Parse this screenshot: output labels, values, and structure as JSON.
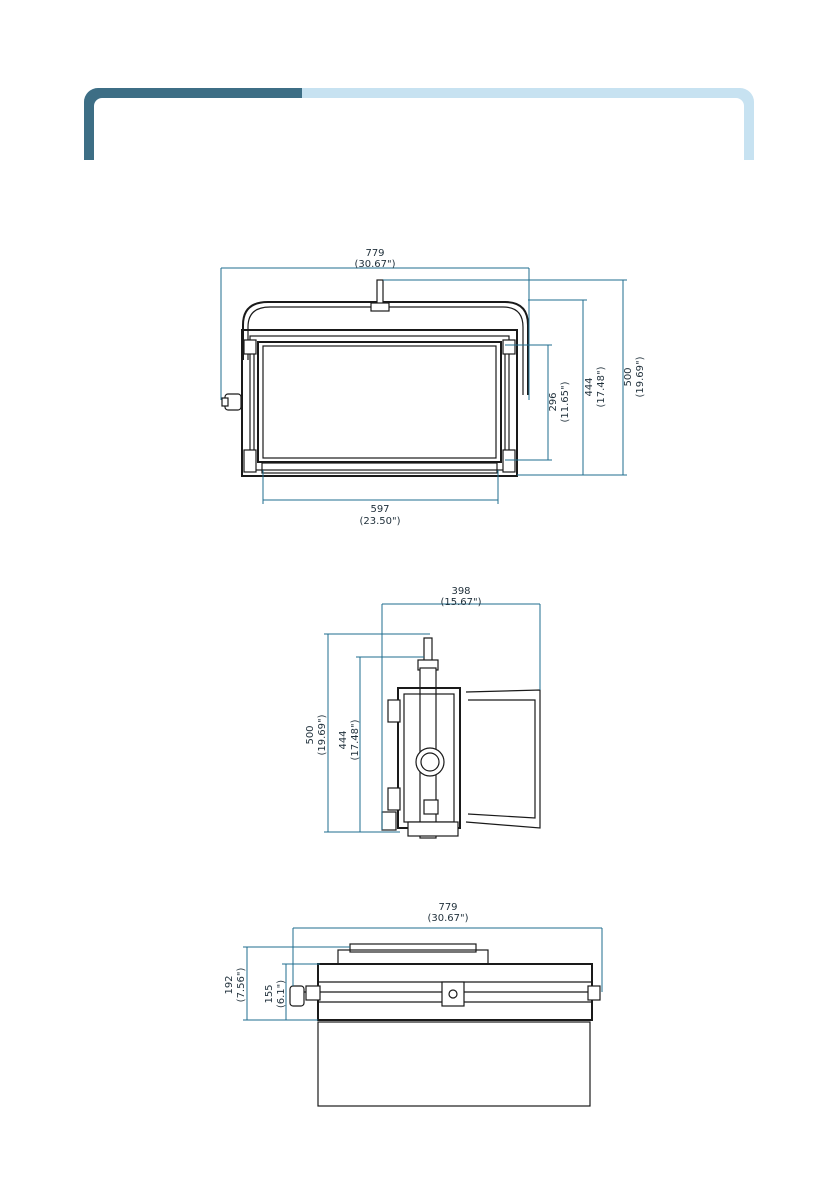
{
  "header": {
    "accent_dark": "#3d6e85",
    "accent_light": "#c7e2f1"
  },
  "front_view": {
    "width_top": {
      "mm": "779",
      "in": "(30.67\")"
    },
    "width_bottom": {
      "mm": "597",
      "in": "(23.50\")"
    },
    "height_inner": {
      "mm": "296",
      "in": "(11.65\")"
    },
    "height_mid": {
      "mm": "444",
      "in": "(17.48\")"
    },
    "height_total": {
      "mm": "500",
      "in": "(19.69\")"
    }
  },
  "side_view": {
    "depth": {
      "mm": "398",
      "in": "(15.67\")"
    },
    "height_total": {
      "mm": "500",
      "in": "(19.69\")"
    },
    "height_mid": {
      "mm": "444",
      "in": "(17.48\")"
    }
  },
  "top_view": {
    "width": {
      "mm": "779",
      "in": "(30.67\")"
    },
    "depth_total": {
      "mm": "192",
      "in": "(7.56\")"
    },
    "depth_body": {
      "mm": "155",
      "in": "(6.1\")"
    }
  }
}
